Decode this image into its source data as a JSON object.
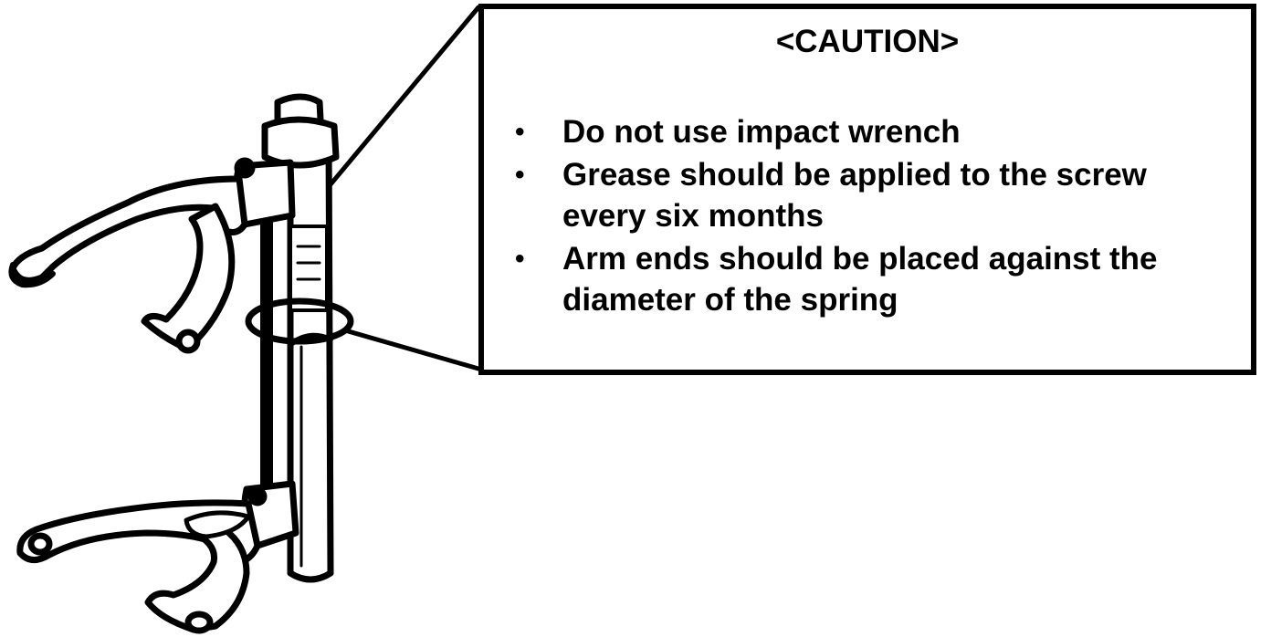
{
  "caution": {
    "title": "<CAUTION>",
    "items": [
      {
        "text": "Do not use impact wrench"
      },
      {
        "text": "Grease should be applied to the screw every six months"
      },
      {
        "text": "Arm ends should be placed against the diameter of the spring"
      }
    ]
  },
  "illustration": {
    "subject": "spring-compressor-tool",
    "line_color": "#000000",
    "fill_color": "#ffffff"
  }
}
